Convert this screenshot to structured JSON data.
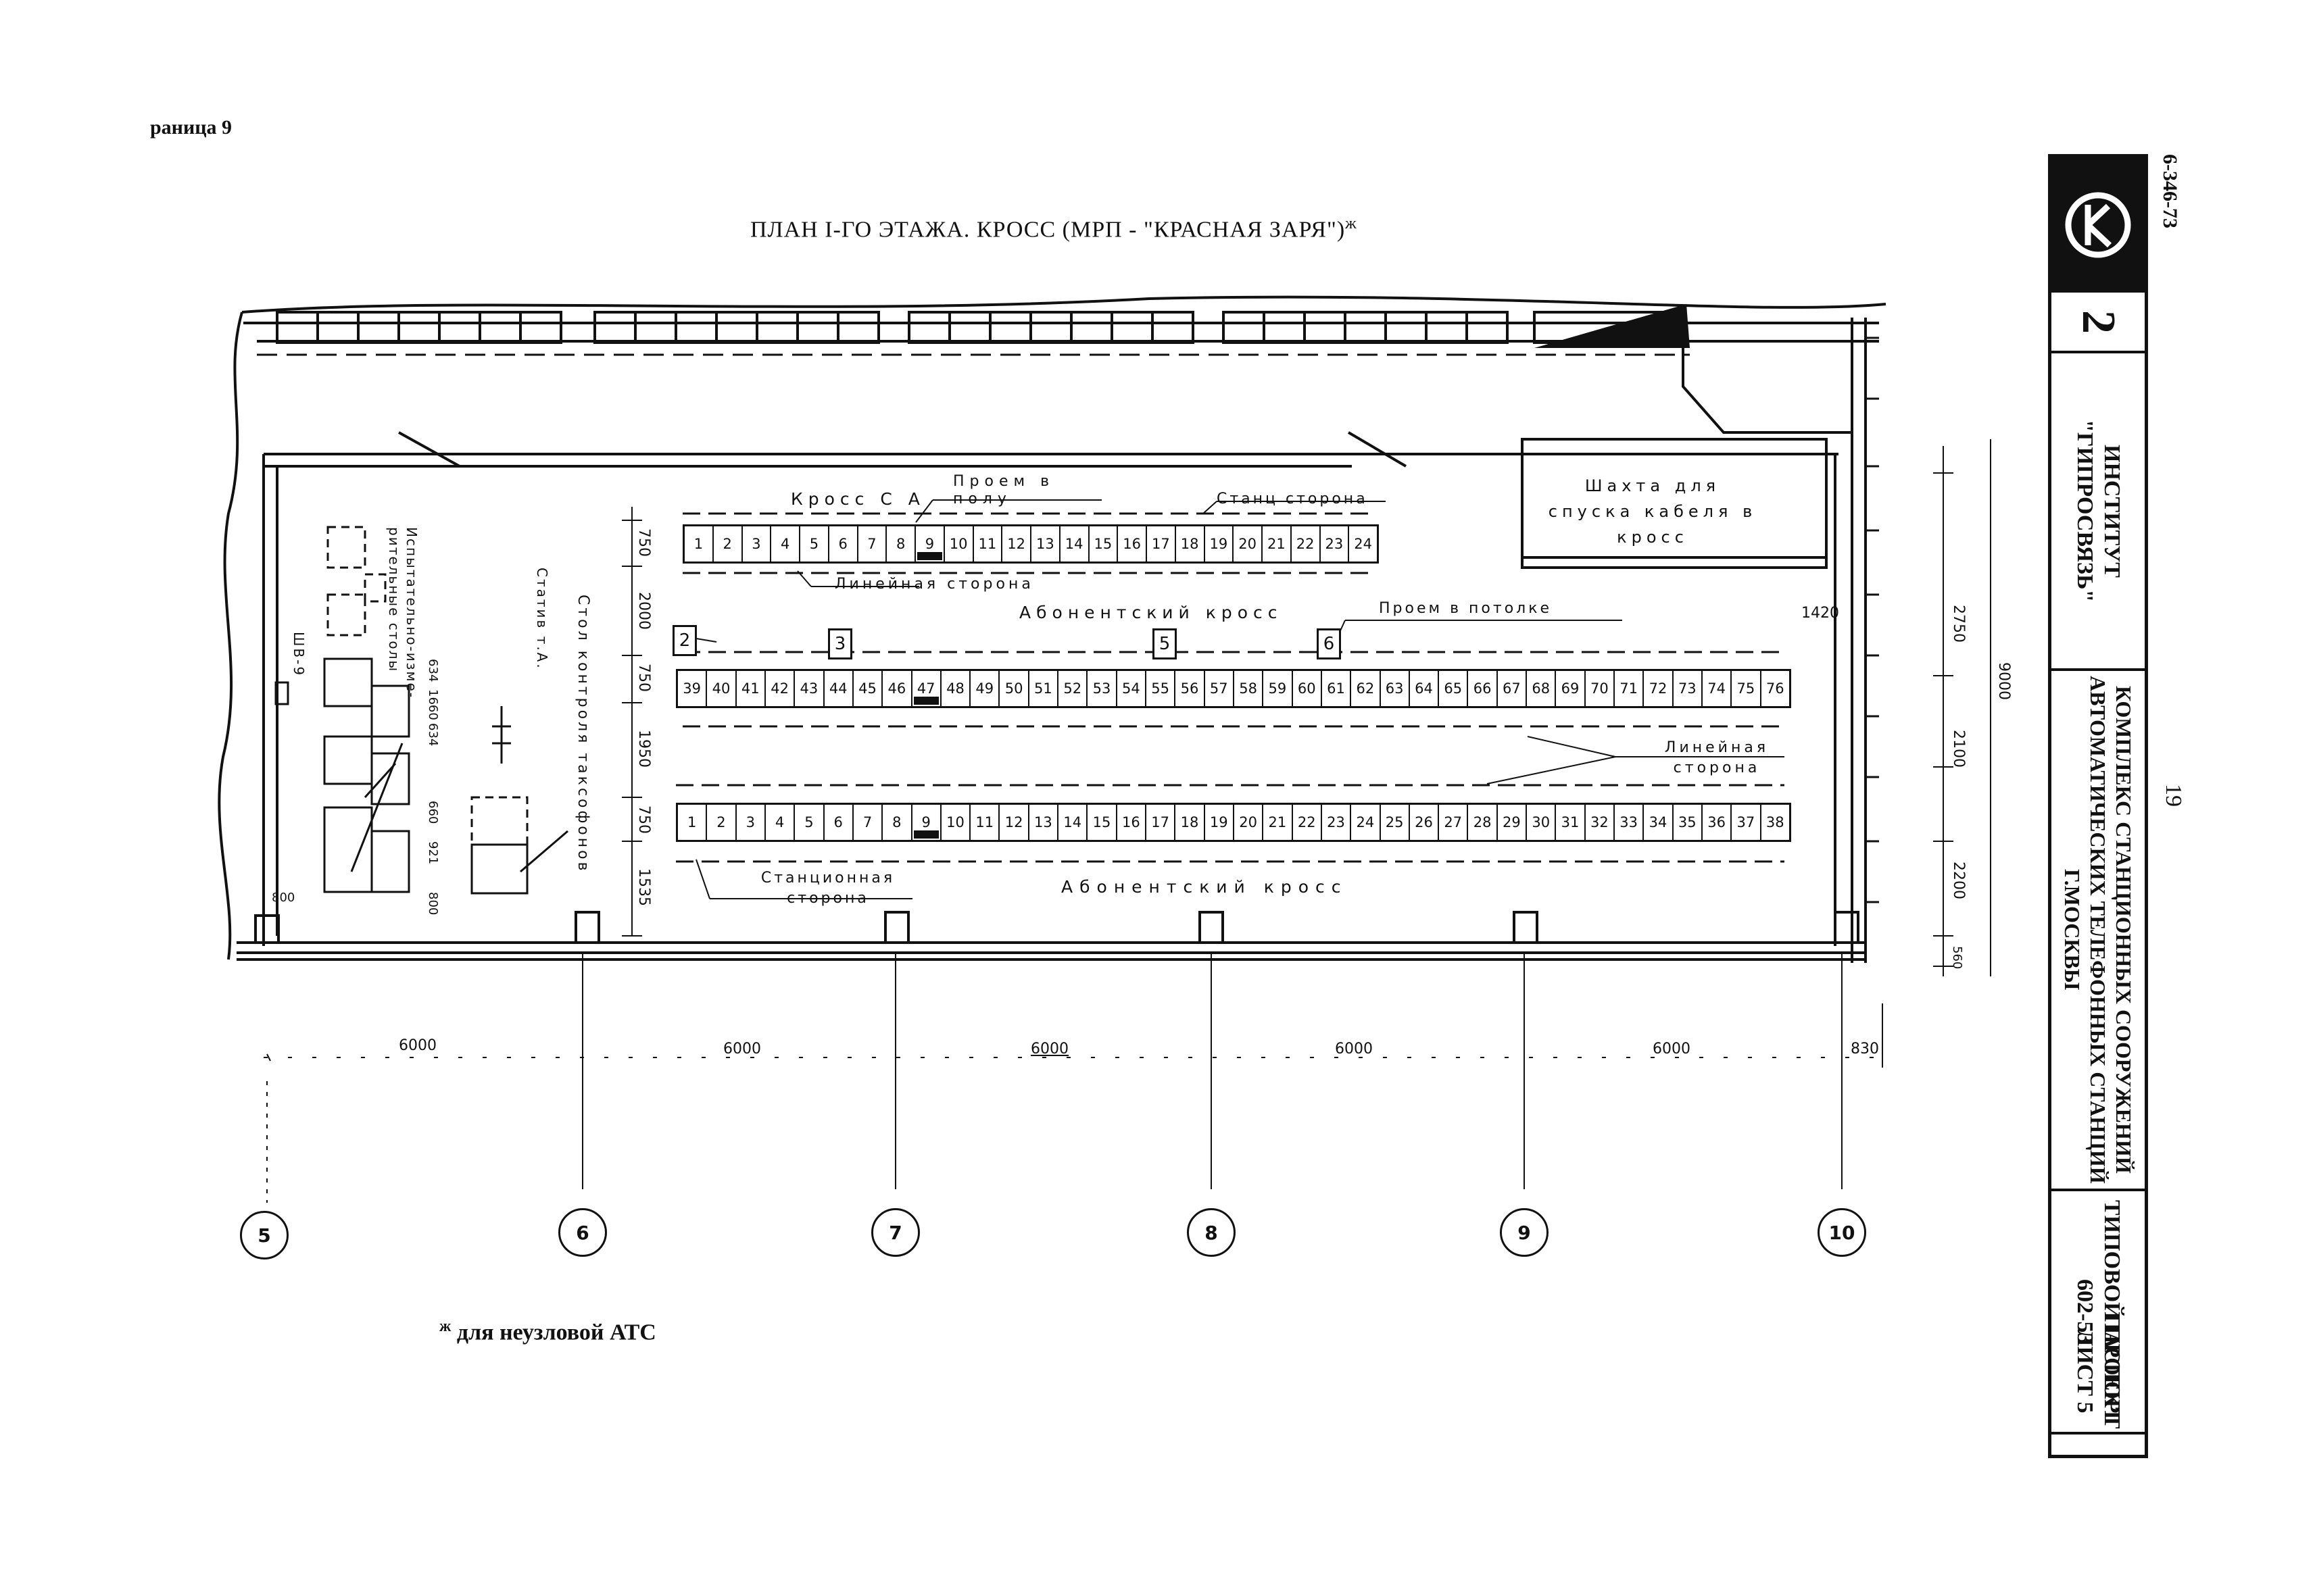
{
  "page_label": "раница 9",
  "title": "ПЛАН I-ГО ЭТАЖА. КРОСС (МРП - \"КРАСНАЯ ЗАРЯ\")",
  "title_mark": "ж",
  "footnote_mark": "ж",
  "footnote": "для неузловой АТС",
  "labels": {
    "cross_sa": "Кросс С А",
    "floor_opening": "Проем в полу",
    "station_side_top": "Станц сторона",
    "line_side_top": "Линейная сторона",
    "subscriber_cross_top": "Абонентский кросс",
    "ceiling_opening": "Проем в потолке",
    "line_side_right": "Линейная сторона",
    "station_side_bottom": "Станционная сторона",
    "subscriber_cross_bottom": "Абонентский кросс",
    "shaft": "Шахта для спуска кабеля в кросс",
    "control_table": "Стол контроля таксофонов",
    "stands": "Статив т.А.",
    "test_tables": "Испытательно-изме-рительные столы",
    "shv": "ШВ-9"
  },
  "row_top": [
    "1",
    "2",
    "3",
    "4",
    "5",
    "6",
    "7",
    "8",
    "9",
    "10",
    "11",
    "12",
    "13",
    "14",
    "15",
    "16",
    "17",
    "18",
    "19",
    "20",
    "21",
    "22",
    "23",
    "24"
  ],
  "row_middle": [
    "39",
    "40",
    "41",
    "42",
    "43",
    "44",
    "45",
    "46",
    "47",
    "48",
    "49",
    "50",
    "51",
    "52",
    "53",
    "54",
    "55",
    "56",
    "57",
    "58",
    "59",
    "60",
    "61",
    "62",
    "63",
    "64",
    "65",
    "66",
    "67",
    "68",
    "69",
    "70",
    "71",
    "72",
    "73",
    "74",
    "75",
    "76"
  ],
  "row_bottom": [
    "1",
    "2",
    "3",
    "4",
    "5",
    "6",
    "7",
    "8",
    "9",
    "10",
    "11",
    "12",
    "13",
    "14",
    "15",
    "16",
    "17",
    "18",
    "19",
    "20",
    "21",
    "22",
    "23",
    "24",
    "25",
    "26",
    "27",
    "28",
    "29",
    "30",
    "31",
    "32",
    "33",
    "34",
    "35",
    "36",
    "37",
    "38"
  ],
  "opening_boxes": [
    "2",
    "3",
    "5",
    "6"
  ],
  "dims_vertical_left": [
    "750",
    "2000",
    "750",
    "1950",
    "750",
    "1535"
  ],
  "dims_small": [
    "634",
    "1660",
    "634",
    "660",
    "921",
    "800",
    "800"
  ],
  "dims_right": [
    "1420",
    "2750",
    "9000",
    "2100",
    "2200",
    "560"
  ],
  "dims_bottom": [
    "6000",
    "6000",
    "6000",
    "6000",
    "6000",
    "830"
  ],
  "axes": [
    "5",
    "6",
    "7",
    "8",
    "9",
    "10"
  ],
  "stamp": {
    "code": "6-346-73",
    "logo_number": "2",
    "institute": "ИНСТИТУТ\n\"ГИПРОСВЯЗЬ\"",
    "complex": "КОМПЛЕКС СТАНЦИОННЫХ СООРУЖЕНИЙ\nАВТОМАТИЧЕСКИХ ТЕЛЕФОННЫХ СТАНЦИЙ\nГ.МОСКВЫ",
    "project": "ТИПОВОЙ ПРОЕКТ\n602-53",
    "passport": "ПАСПОРТ\nЛИСТ 5"
  },
  "sheet_number": "19"
}
